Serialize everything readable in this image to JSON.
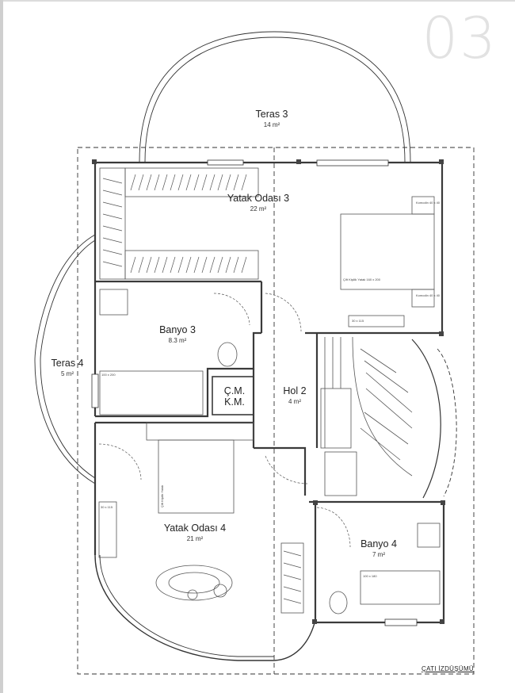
{
  "page_number": "03",
  "footer_label": "ÇATI İZDÜŞÜMÜ",
  "rooms": {
    "teras3": {
      "name": "Teras 3",
      "area": "14 m²"
    },
    "yatak3": {
      "name": "Yatak Odası 3",
      "area": "22 m²"
    },
    "banyo3": {
      "name": "Banyo 3",
      "area": "8.3 m²"
    },
    "teras4": {
      "name": "Teras 4",
      "area": "5 m²"
    },
    "cm": {
      "name": "Ç.M.",
      "name2": "K.M."
    },
    "hol2": {
      "name": "Hol 2",
      "area": "4 m²"
    },
    "yatak4": {
      "name": "Yatak Odası 4",
      "area": "21 m²"
    },
    "banyo4": {
      "name": "Banyo 4",
      "area": "7 m²"
    }
  },
  "annotations": {
    "komodin1": "Komodin 40 x 40",
    "komodin2": "Komodin 40 x 40",
    "bed3": "Çift Kişilik Yatak 160 x 200",
    "desk3": "30 x 115",
    "shower3": "100 x 200",
    "desk4": "30 x 115",
    "shower4": "100 x 180",
    "bed4": "Çift Kişilik Yatak"
  },
  "colors": {
    "wall": "#3a3a3a",
    "thin": "#555555",
    "dash": "#333333",
    "page_number": "#e2e2e2"
  }
}
